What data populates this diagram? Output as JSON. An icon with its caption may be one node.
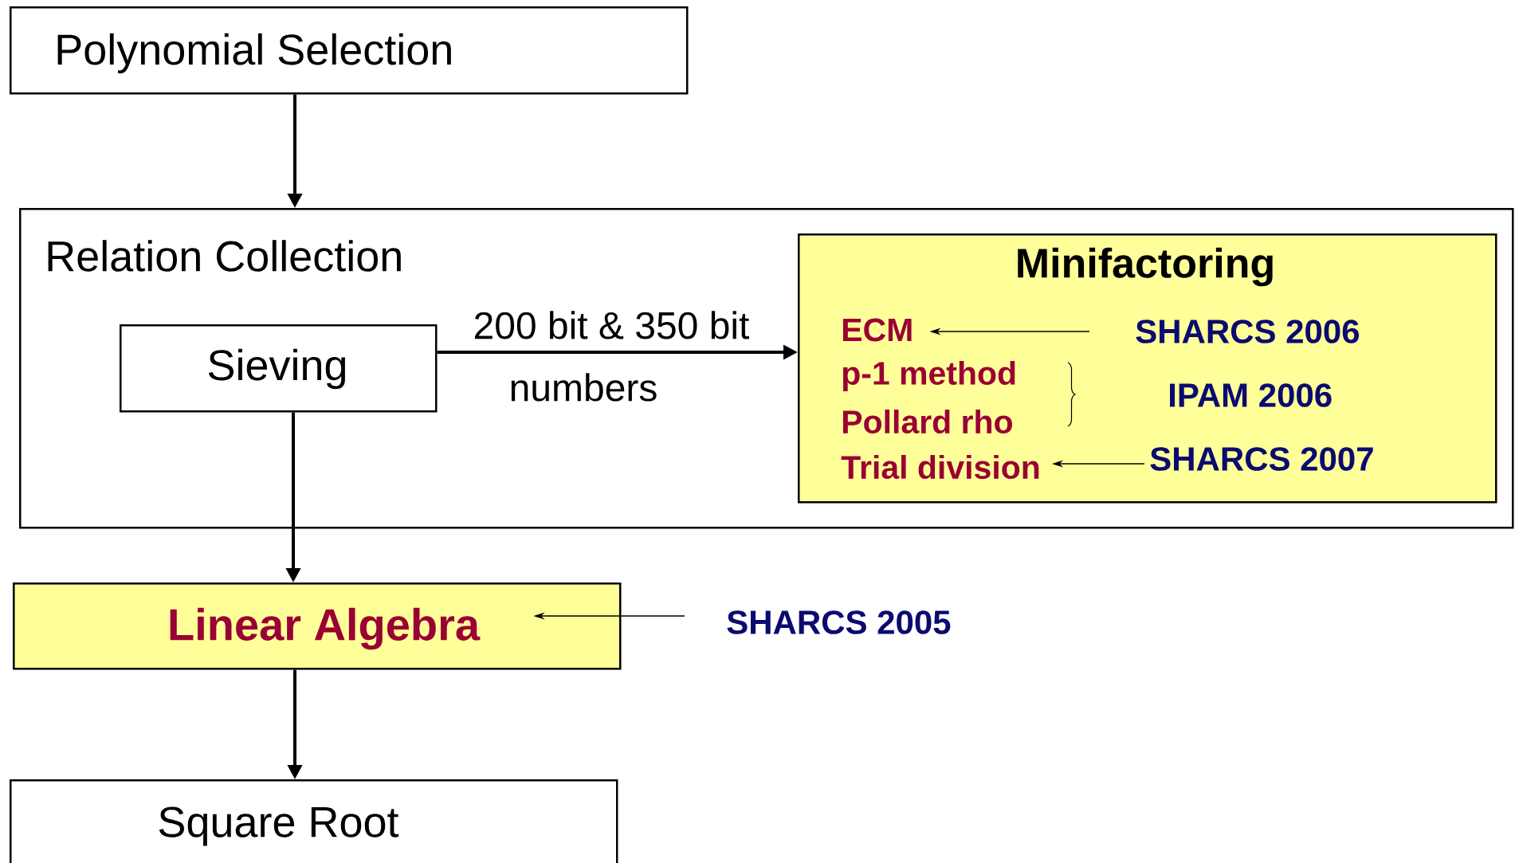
{
  "diagram": {
    "nodes": [
      {
        "text": [
          "Polynomial Selection"
        ]
      },
      {
        "text": [
          "Relation Collection"
        ]
      },
      {
        "text": [
          "Sieving"
        ],
        "in": 1
      },
      {
        "text": [
          "Minifactoring"
        ],
        "in": 1
      },
      {
        "text": [
          "ECM"
        ],
        "in": 3
      },
      {
        "text": [
          "p-1 method"
        ],
        "in": 3
      },
      {
        "text": [
          "Pollard rho"
        ],
        "in": 3
      },
      {
        "text": [
          "Trial division"
        ],
        "in": 3
      },
      {
        "text": [
          "SHARCS 2006"
        ],
        "in": 3
      },
      {
        "text": [
          "IPAM 2006"
        ],
        "in": 3
      },
      {
        "text": [
          "SHARCS 2007"
        ],
        "in": 3
      },
      {
        "text": [
          "Linear Algebra"
        ]
      },
      {
        "text": [
          "SHARCS 2005"
        ]
      },
      {
        "text": [
          "Square Root"
        ]
      }
    ],
    "edges": [
      {
        "from": 0,
        "to": 1,
        "arrow": "to"
      },
      {
        "from": 2,
        "to": 3,
        "arrow": "to",
        "label": "200 bit   & 350 bit"
      },
      {
        "from": 2,
        "to": 11,
        "arrow": "to"
      },
      {
        "from": 11,
        "to": 13,
        "arrow": "to"
      },
      {
        "from": 8,
        "to": 4,
        "arrow": "to"
      },
      {
        "from": 10,
        "to": 7,
        "arrow": "to"
      },
      {
        "from": 12,
        "to": 11,
        "arrow": "to"
      }
    ],
    "labels": [
      "numbers"
    ]
  }
}
